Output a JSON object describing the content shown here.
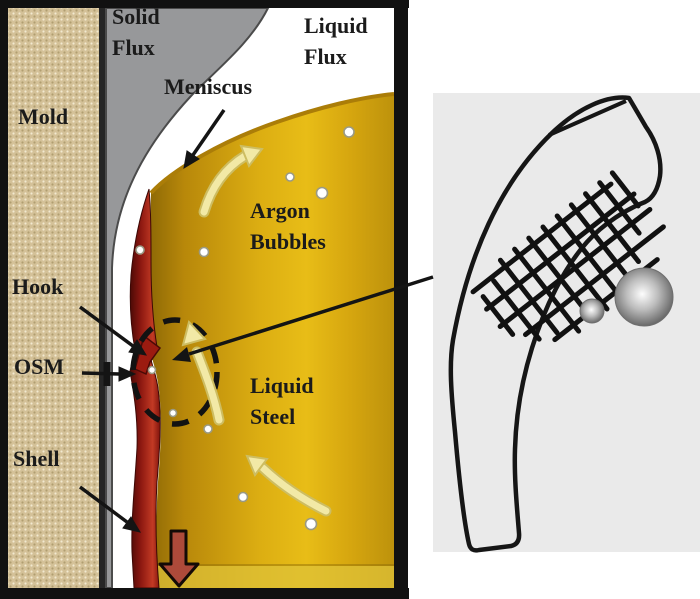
{
  "figure": {
    "type": "continuous-casting-mold-schematic-with-hook-detail",
    "labels": {
      "solid_flux": "Solid\nFlux",
      "liquid_flux": "Liquid\nFlux",
      "meniscus": "Meniscus",
      "mold": "Mold",
      "argon_bubbles": "Argon\nBubbles",
      "hook": "Hook",
      "osm": "OSM",
      "liquid_steel": "Liquid\nSteel",
      "shell": "Shell"
    },
    "colors": {
      "ink": "#141414",
      "mold_tan": "#d4c198",
      "solid_flux_gray": "#97989a",
      "liquid_flux_white": "#ffffff",
      "liquid_steel_gold": "#dcae12",
      "shell_red": "#a02014",
      "flow_arrow_cream": "#f0e8a8",
      "casting_arrow_red": "#ad4a3a",
      "bubble_white": "#ffffff",
      "detail_panel_bg": "#eaeaea"
    }
  }
}
